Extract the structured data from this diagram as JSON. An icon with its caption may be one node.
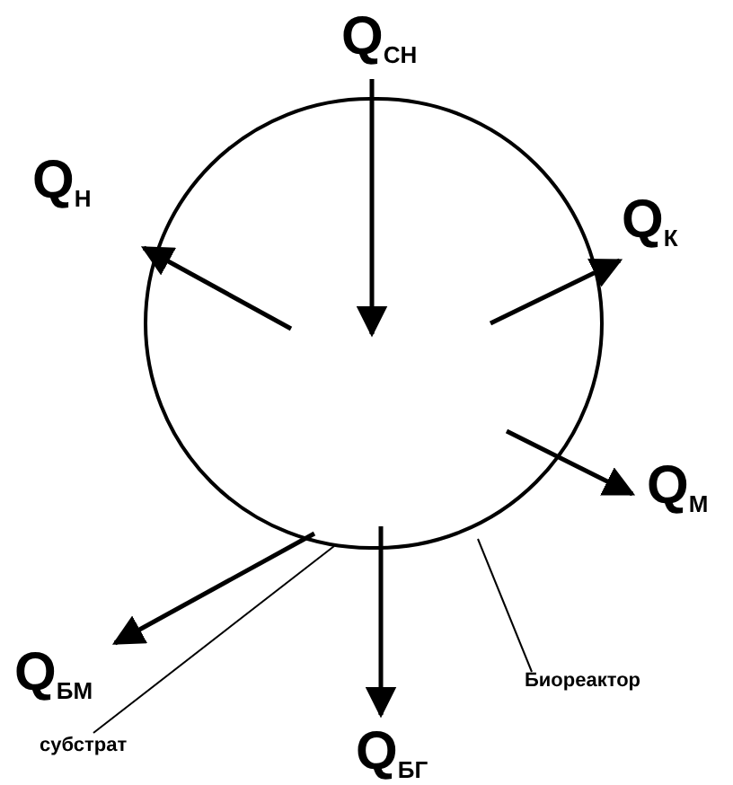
{
  "diagram": {
    "nodes": [
      {
        "text": [],
        "shape": "circle"
      },
      {
        "text": [
          "Q$_{СН}$"
        ]
      },
      {
        "text": [
          "Q$_{Н}$"
        ]
      },
      {
        "text": [
          "Q$_{К}$"
        ]
      },
      {
        "text": [
          "Q$_{М}$"
        ]
      },
      {
        "text": [
          "Q$_{БМ}$"
        ]
      },
      {
        "text": [
          "Q$_{БГ}$"
        ]
      },
      {
        "text": [
          "Биореактор"
        ]
      },
      {
        "text": [
          "субстрат"
        ]
      }
    ],
    "edges": [
      {
        "from": 1,
        "to": 0,
        "arrow": "to"
      },
      {
        "from": 0,
        "to": 2,
        "arrow": "to"
      },
      {
        "from": 0,
        "to": 3,
        "arrow": "to"
      },
      {
        "from": 0,
        "to": 4,
        "arrow": "to"
      },
      {
        "from": 0,
        "to": 5,
        "arrow": "to"
      },
      {
        "from": 0,
        "to": 6,
        "arrow": "to"
      },
      {
        "from": 7,
        "to": 0,
        "arrow": "none"
      },
      {
        "from": 8,
        "to": 0,
        "arrow": "none"
      }
    ]
  }
}
